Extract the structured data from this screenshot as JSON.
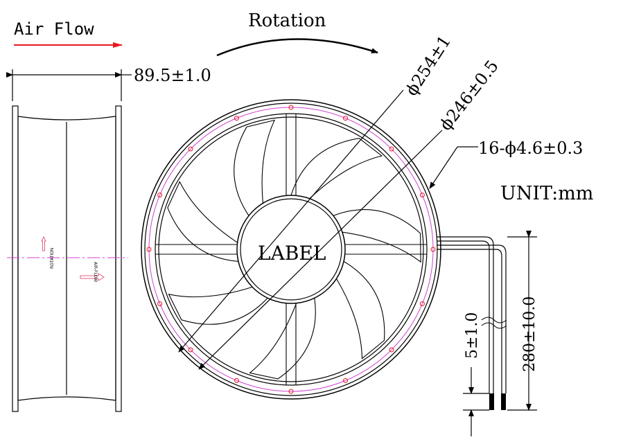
{
  "labels": {
    "air_flow": "Air Flow",
    "rotation": "Rotation",
    "depth_dim": "89.5±1.0",
    "outer_dia": "ϕ254±1",
    "inner_dia": "ϕ246±0.5",
    "holes": "16-ϕ4.6±0.3",
    "unit": "UNIT:mm",
    "label": "LABEL",
    "strip_length": "5±1.0",
    "lead_length": "280±10.0",
    "side_rotation": "ROTATION",
    "side_airflow": "AIR-FLOW"
  },
  "colors": {
    "line": "#000000",
    "accent": "#e8181c",
    "pitch_circle": "#d040d0"
  }
}
